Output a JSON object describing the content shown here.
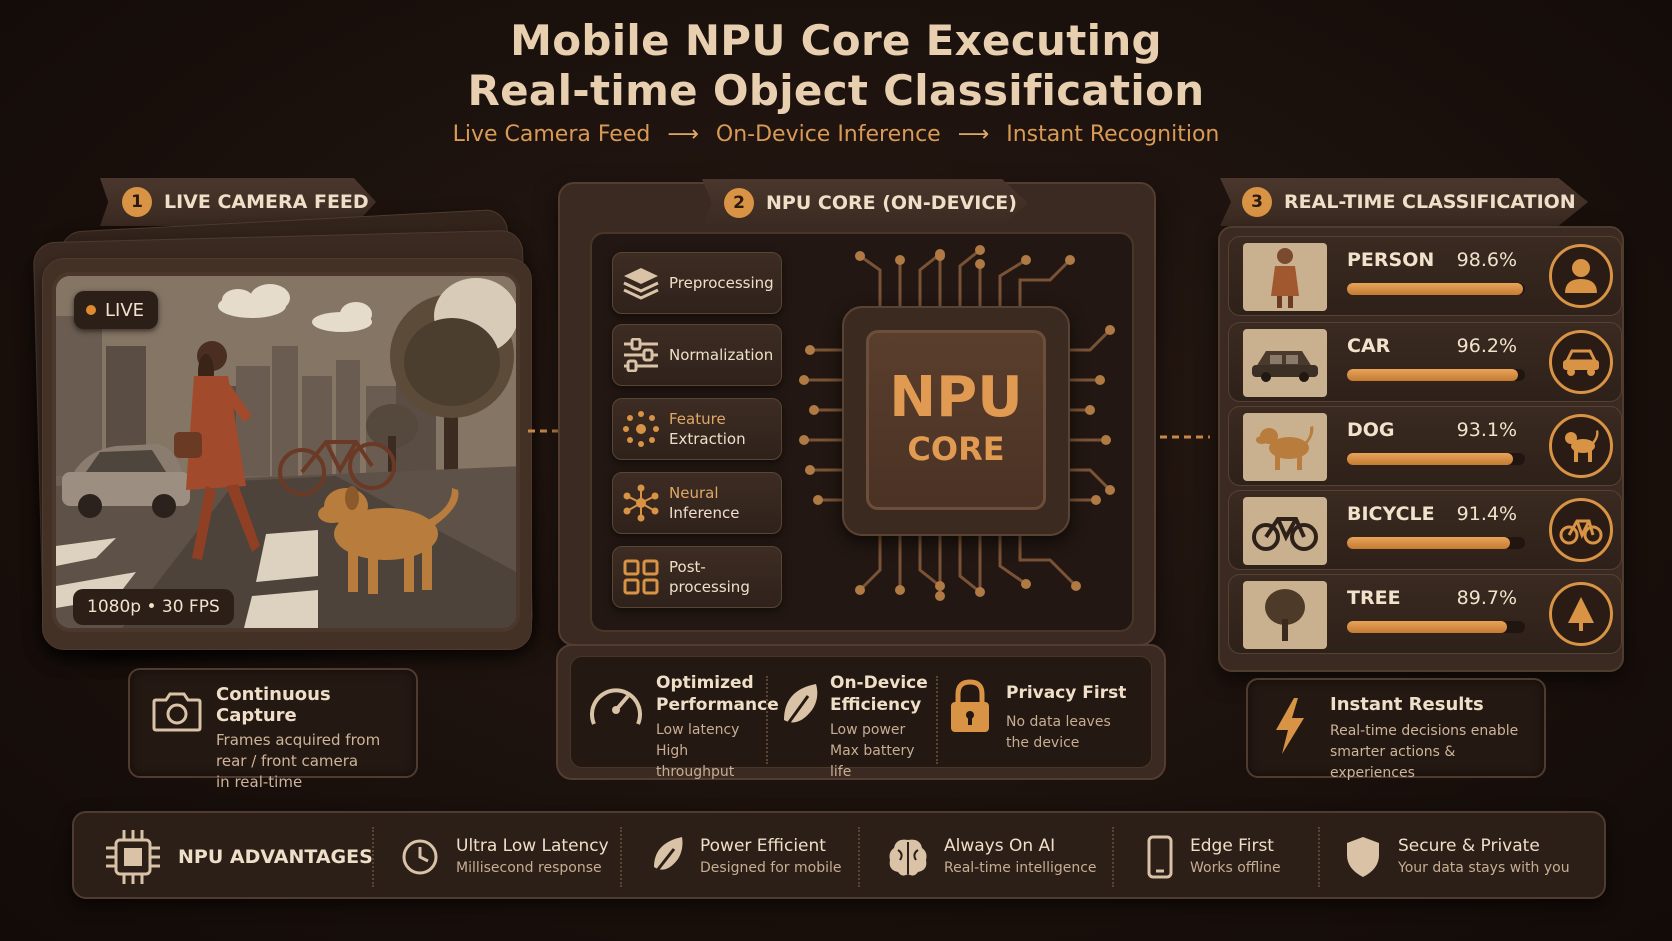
{
  "header": {
    "title_line1": "Mobile NPU Core Executing",
    "title_line2": "Real-time Object Classification",
    "flow": [
      "Live Camera Feed",
      "On-Device Inference",
      "Instant Recognition"
    ],
    "arrow": "⟶"
  },
  "camera": {
    "step": "1",
    "title": "LIVE CAMERA FEED",
    "live_label": "LIVE",
    "resolution": "1080p • 30 FPS",
    "capture_title": "Continuous Capture",
    "capture_lines": [
      "Frames acquired from",
      "rear / front camera",
      "in real-time"
    ]
  },
  "npu": {
    "step": "2",
    "title": "NPU CORE (ON-DEVICE)",
    "chip_line1": "NPU",
    "chip_line2": "CORE",
    "pipeline": [
      {
        "label": "Preprocessing",
        "icon": "layers-icon"
      },
      {
        "label": "Normalization",
        "icon": "sliders-icon"
      },
      {
        "label": "Feature Extraction",
        "line1": "Feature",
        "line2": "Extraction",
        "icon": "feature-dots-icon"
      },
      {
        "label": "Neural Inference",
        "line1": "Neural",
        "line2": "Inference",
        "icon": "network-icon"
      },
      {
        "label": "Post-processing",
        "icon": "grid-icon"
      }
    ],
    "features": [
      {
        "title1": "Optimized",
        "title2": "Performance",
        "line1": "Low latency",
        "line2": "High throughput",
        "icon": "speedometer-icon"
      },
      {
        "title1": "On-Device",
        "title2": "Efficiency",
        "line1": "Low power",
        "line2": "Max battery life",
        "icon": "leaf-icon"
      },
      {
        "title1": "Privacy First",
        "line1": "No data leaves",
        "line2": "the device",
        "icon": "lock-icon"
      }
    ]
  },
  "classification": {
    "step": "3",
    "title": "REAL-TIME CLASSIFICATION",
    "items": [
      {
        "label": "PERSON",
        "percent": "98.6%",
        "value": 98.6,
        "icon": "person-icon"
      },
      {
        "label": "CAR",
        "percent": "96.2%",
        "value": 96.2,
        "icon": "car-icon"
      },
      {
        "label": "DOG",
        "percent": "93.1%",
        "value": 93.1,
        "icon": "dog-icon"
      },
      {
        "label": "BICYCLE",
        "percent": "91.4%",
        "value": 91.4,
        "icon": "bicycle-icon"
      },
      {
        "label": "TREE",
        "percent": "89.7%",
        "value": 89.7,
        "icon": "tree-icon"
      }
    ],
    "results_title": "Instant Results",
    "results_lines": [
      "Real-time decisions enable",
      "smarter actions & experiences"
    ]
  },
  "advantages": {
    "title": "NPU ADVANTAGES",
    "items": [
      {
        "title": "Ultra Low Latency",
        "text": "Millisecond response",
        "icon": "clock-icon"
      },
      {
        "title": "Power Efficient",
        "text": "Designed for mobile",
        "icon": "leaf-icon"
      },
      {
        "title": "Always On AI",
        "text": "Real-time intelligence",
        "icon": "brain-icon"
      },
      {
        "title": "Edge First",
        "text": "Works offline",
        "icon": "phone-icon"
      },
      {
        "title": "Secure & Private",
        "text": "Your data stays with you",
        "icon": "shield-icon"
      }
    ]
  },
  "colors": {
    "accent": "#d99344",
    "background": "#1b110d",
    "panel": "#3a2a21",
    "text": "#f0dfc8"
  }
}
